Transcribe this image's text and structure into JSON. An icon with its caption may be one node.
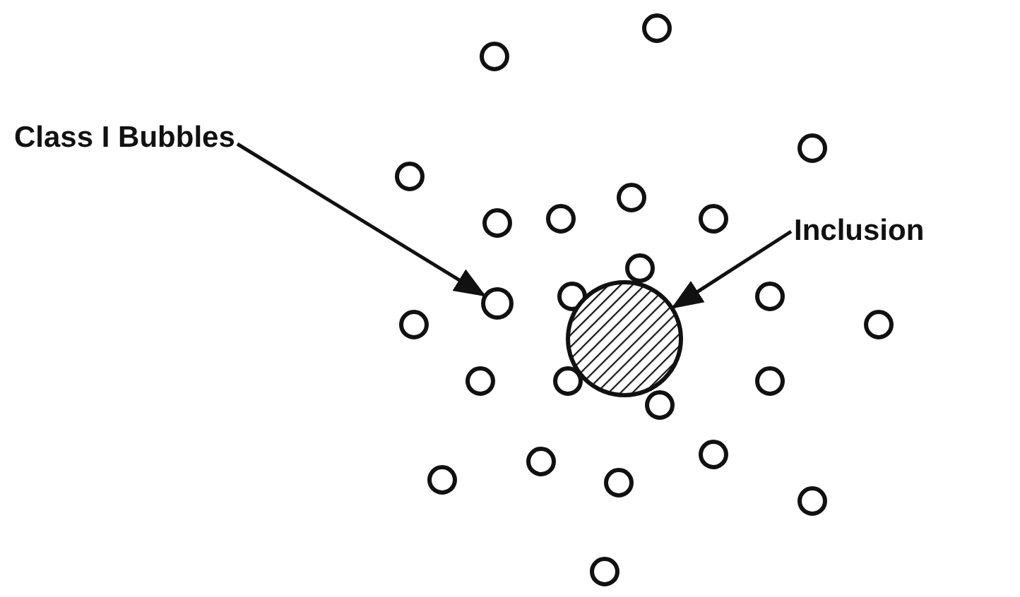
{
  "diagram": {
    "nodes": [
      {
        "text": [
          "Class I Bubbles"
        ]
      },
      {
        "text": [],
        "shape": "circle"
      },
      {
        "text": [
          "Inclusion"
        ]
      },
      {
        "text": [],
        "shape": "circle"
      }
    ],
    "edges": [
      {
        "from": 0,
        "to": 1,
        "arrow": "to"
      },
      {
        "from": 2,
        "to": 3,
        "arrow": "to"
      }
    ]
  }
}
